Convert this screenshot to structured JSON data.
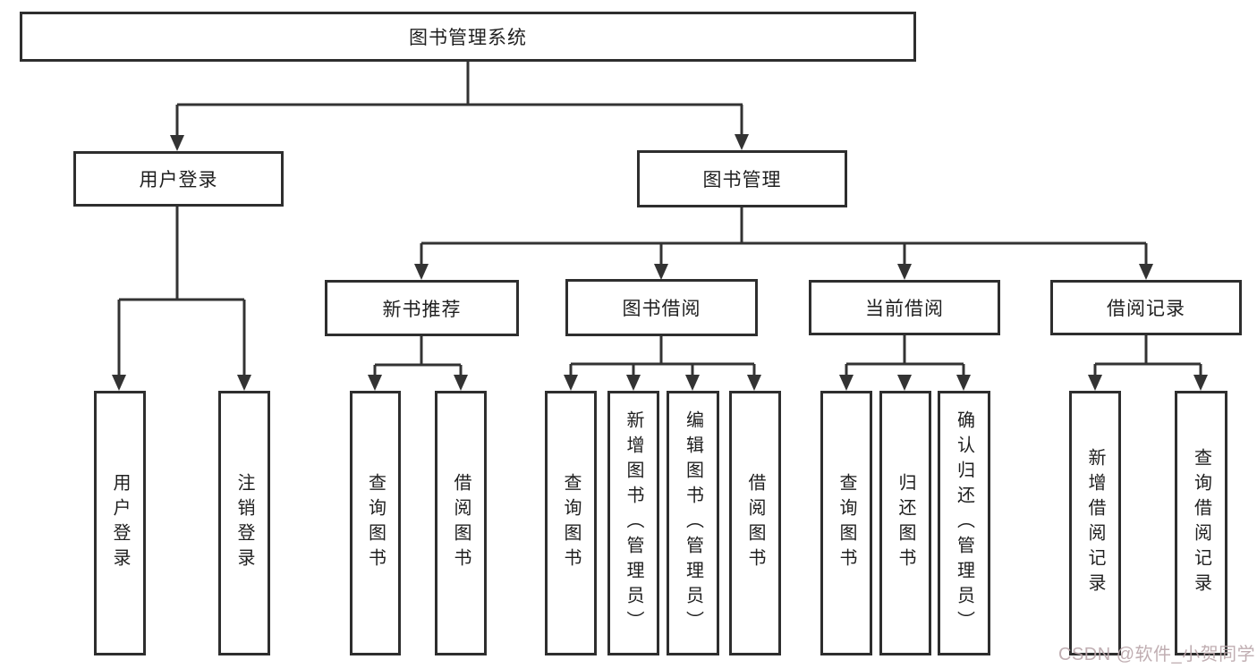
{
  "nodes": {
    "root": "图书管理系统",
    "user_login": "用户登录",
    "book_management": "图书管理",
    "new_book_recommend": "新书推荐",
    "book_borrow": "图书借阅",
    "current_borrow": "当前借阅",
    "borrow_records": "借阅记录",
    "leaves": {
      "user_login": [
        "用户登录",
        "注销登录"
      ],
      "new_book_recommend": [
        "查询图书",
        "借阅图书"
      ],
      "book_borrow": [
        "查询图书",
        "新增图书（管理员）",
        "编辑图书（管理员）",
        "借阅图书"
      ],
      "current_borrow": [
        "查询图书",
        "归还图书",
        "确认归还（管理员）"
      ],
      "borrow_records": [
        "新增借阅记录",
        "查询借阅记录"
      ]
    }
  },
  "watermark": {
    "text": "CSDN @软件_小贺同学",
    "color": "#bba7ab"
  },
  "colors": {
    "line": "#333333",
    "box_border": "#2e2e2e",
    "box_background": "#ffffff",
    "text": "#1f1f1f",
    "page_background": "#ffffff"
  }
}
